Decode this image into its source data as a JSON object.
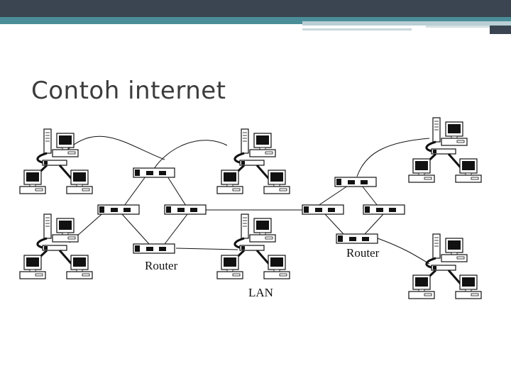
{
  "slide": {
    "title": "Contoh internet"
  },
  "diagram": {
    "labels": {
      "router_left": "Router",
      "router_right": "Router",
      "lan": "LAN"
    },
    "colors": {
      "bar_dark": "#3b4451",
      "bar_teal": "#4a8d98",
      "ink": "#111111"
    }
  }
}
